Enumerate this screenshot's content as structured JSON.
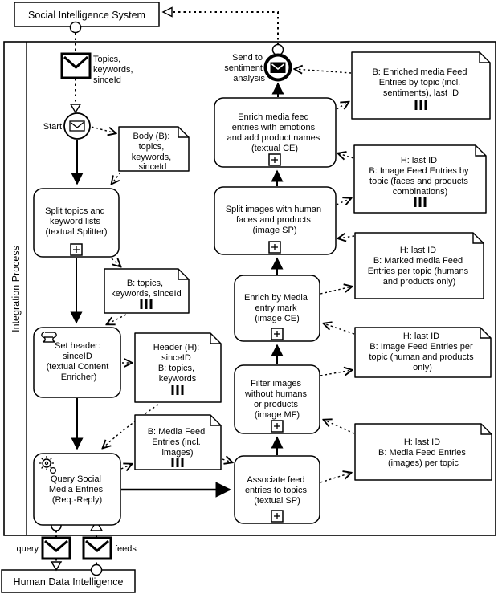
{
  "external": {
    "social_intelligence_system": "Social Intelligence System",
    "human_data_intelligence": "Human Data Intelligence"
  },
  "lane": {
    "label": "Integration Process"
  },
  "events": {
    "start": {
      "label": "Start"
    },
    "end": {
      "lines": [
        "Send to",
        "sentiment",
        "analysis"
      ]
    }
  },
  "messages": {
    "topics": {
      "lines": [
        "Topics,",
        "keywords,",
        "sinceId"
      ]
    },
    "query": {
      "label": "query"
    },
    "feeds": {
      "label": "feeds"
    }
  },
  "tasks": {
    "split_topics": {
      "lines": [
        "Split topics and",
        "keyword lists",
        "(textual Splitter)"
      ]
    },
    "set_header": {
      "lines": [
        "Set header:",
        "sinceID",
        "(textual Content",
        "Enricher)"
      ]
    },
    "query_social": {
      "lines": [
        "Query Social",
        "Media Entries",
        "(Req.-Reply)"
      ]
    },
    "associate": {
      "lines": [
        "Associate feed",
        "entries to topics",
        "(textual SP)"
      ]
    },
    "filter_images": {
      "lines": [
        "Filter images",
        "without humans",
        "or products",
        "(image MF)"
      ]
    },
    "enrich_mark": {
      "lines": [
        "Enrich by Media",
        "entry mark",
        "(image CE)"
      ]
    },
    "split_images": {
      "lines": [
        "Split images with human",
        "faces and products",
        "(image SP)"
      ]
    },
    "enrich_emotions": {
      "lines": [
        "Enrich media feed",
        "entries with emotions",
        "and add product names",
        "(textual CE)"
      ]
    }
  },
  "notes": {
    "body": {
      "lines": [
        "Body (B):",
        "topics,",
        "keywords,",
        "sinceId"
      ]
    },
    "topics_kw": {
      "lines": [
        "B: topics,",
        "keywords, sinceId"
      ]
    },
    "header_h": {
      "lines": [
        "Header (H):",
        "sinceID",
        "B: topics,",
        "keywords"
      ]
    },
    "media_feed": {
      "lines": [
        "B: Media Feed",
        "Entries (incl.",
        "images)"
      ]
    },
    "enriched": {
      "lines": [
        "B: Enriched media Feed",
        "Entries by topic (incl.",
        "sentiments), last ID"
      ]
    },
    "image_by_topic": {
      "lines": [
        "H: last ID",
        "B: Image Feed Entries by",
        "topic (faces and products",
        "combinations)"
      ]
    },
    "marked": {
      "lines": [
        "H: last ID",
        "B: Marked media Feed",
        "Entries per topic (humans",
        "and products only)"
      ]
    },
    "image_per_topic": {
      "lines": [
        "H: last ID",
        "B: Image Feed Entries per",
        "topic (human and products",
        "only)"
      ]
    },
    "media_images": {
      "lines": [
        "H: last ID",
        "B: Media Feed Entries",
        "(images) per topic"
      ]
    }
  }
}
